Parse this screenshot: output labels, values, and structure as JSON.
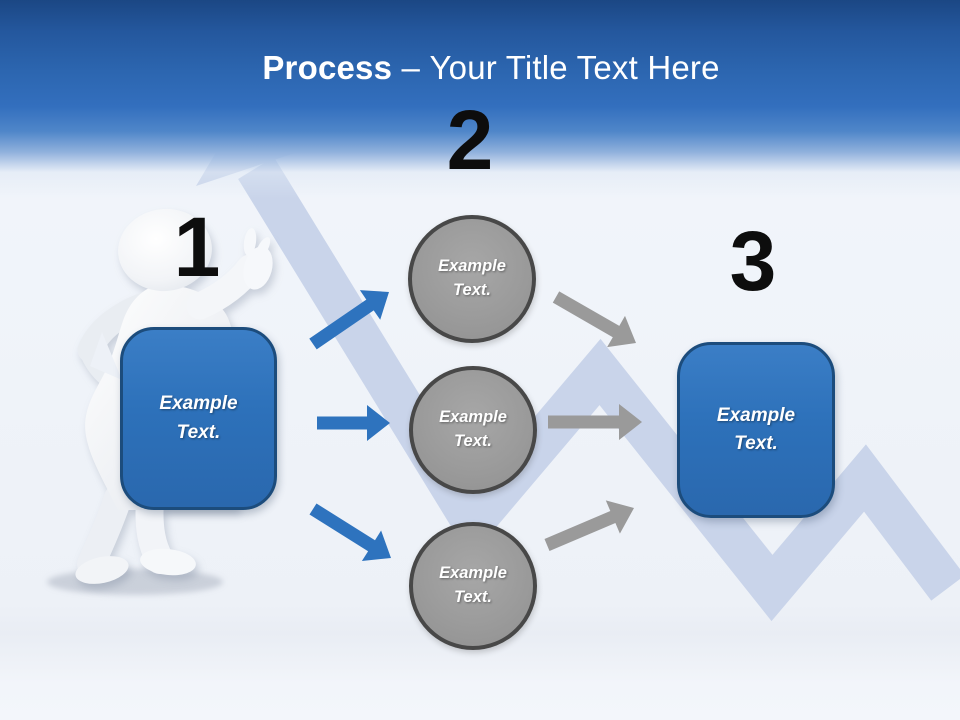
{
  "title": {
    "emphasis": "Process",
    "dash": "–",
    "rest": "Your Title Text Here"
  },
  "steps": {
    "one": {
      "number": "1",
      "box_label": "Example Text."
    },
    "two": {
      "number": "2",
      "circle_labels": [
        "Example Text.",
        "Example Text.",
        "Example Text."
      ]
    },
    "three": {
      "number": "3",
      "box_label": "Example Text."
    }
  },
  "colors": {
    "header_blue_top": "#1b4784",
    "header_blue": "#336fbe",
    "title_color": "#ffffff",
    "number_color": "#0d0d0d",
    "box_fill": "#2d71ba",
    "box_border": "#1c4c7c",
    "circle_fill": "#9b9b9b",
    "circle_border": "#484848",
    "arrow_blue": "#2e73be",
    "arrow_gray": "#9a9a9a",
    "trend_line": "#c9d4ea"
  }
}
